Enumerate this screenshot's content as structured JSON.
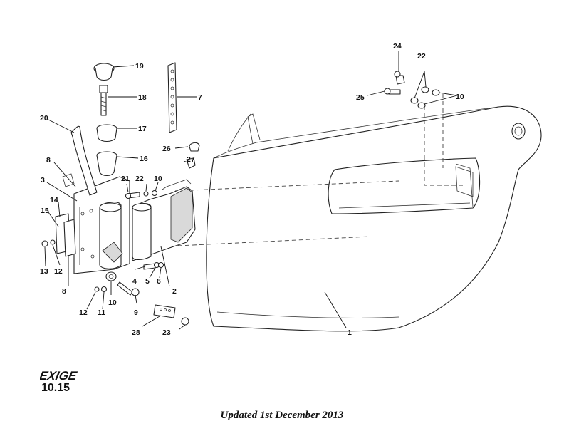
{
  "brand": {
    "logo_text": "EXIGE"
  },
  "section_code": "10.15",
  "footer": {
    "updated": "Updated 1st December 2013"
  },
  "callouts": {
    "c1": "1",
    "c2": "2",
    "c3": "3",
    "c4": "4",
    "c5": "5",
    "c6": "6",
    "c7": "7",
    "c8a": "8",
    "c8b": "8",
    "c9": "9",
    "c10a": "10",
    "c10b": "10",
    "c10c": "10",
    "c11": "11",
    "c12a": "12",
    "c12b": "12",
    "c13": "13",
    "c14": "14",
    "c15": "15",
    "c16": "16",
    "c17": "17",
    "c18": "18",
    "c19": "19",
    "c20": "20",
    "c21": "21",
    "c22a": "22",
    "c22b": "22",
    "c23": "23",
    "c24": "24",
    "c25": "25",
    "c26": "26",
    "c27": "27",
    "c28": "28"
  }
}
